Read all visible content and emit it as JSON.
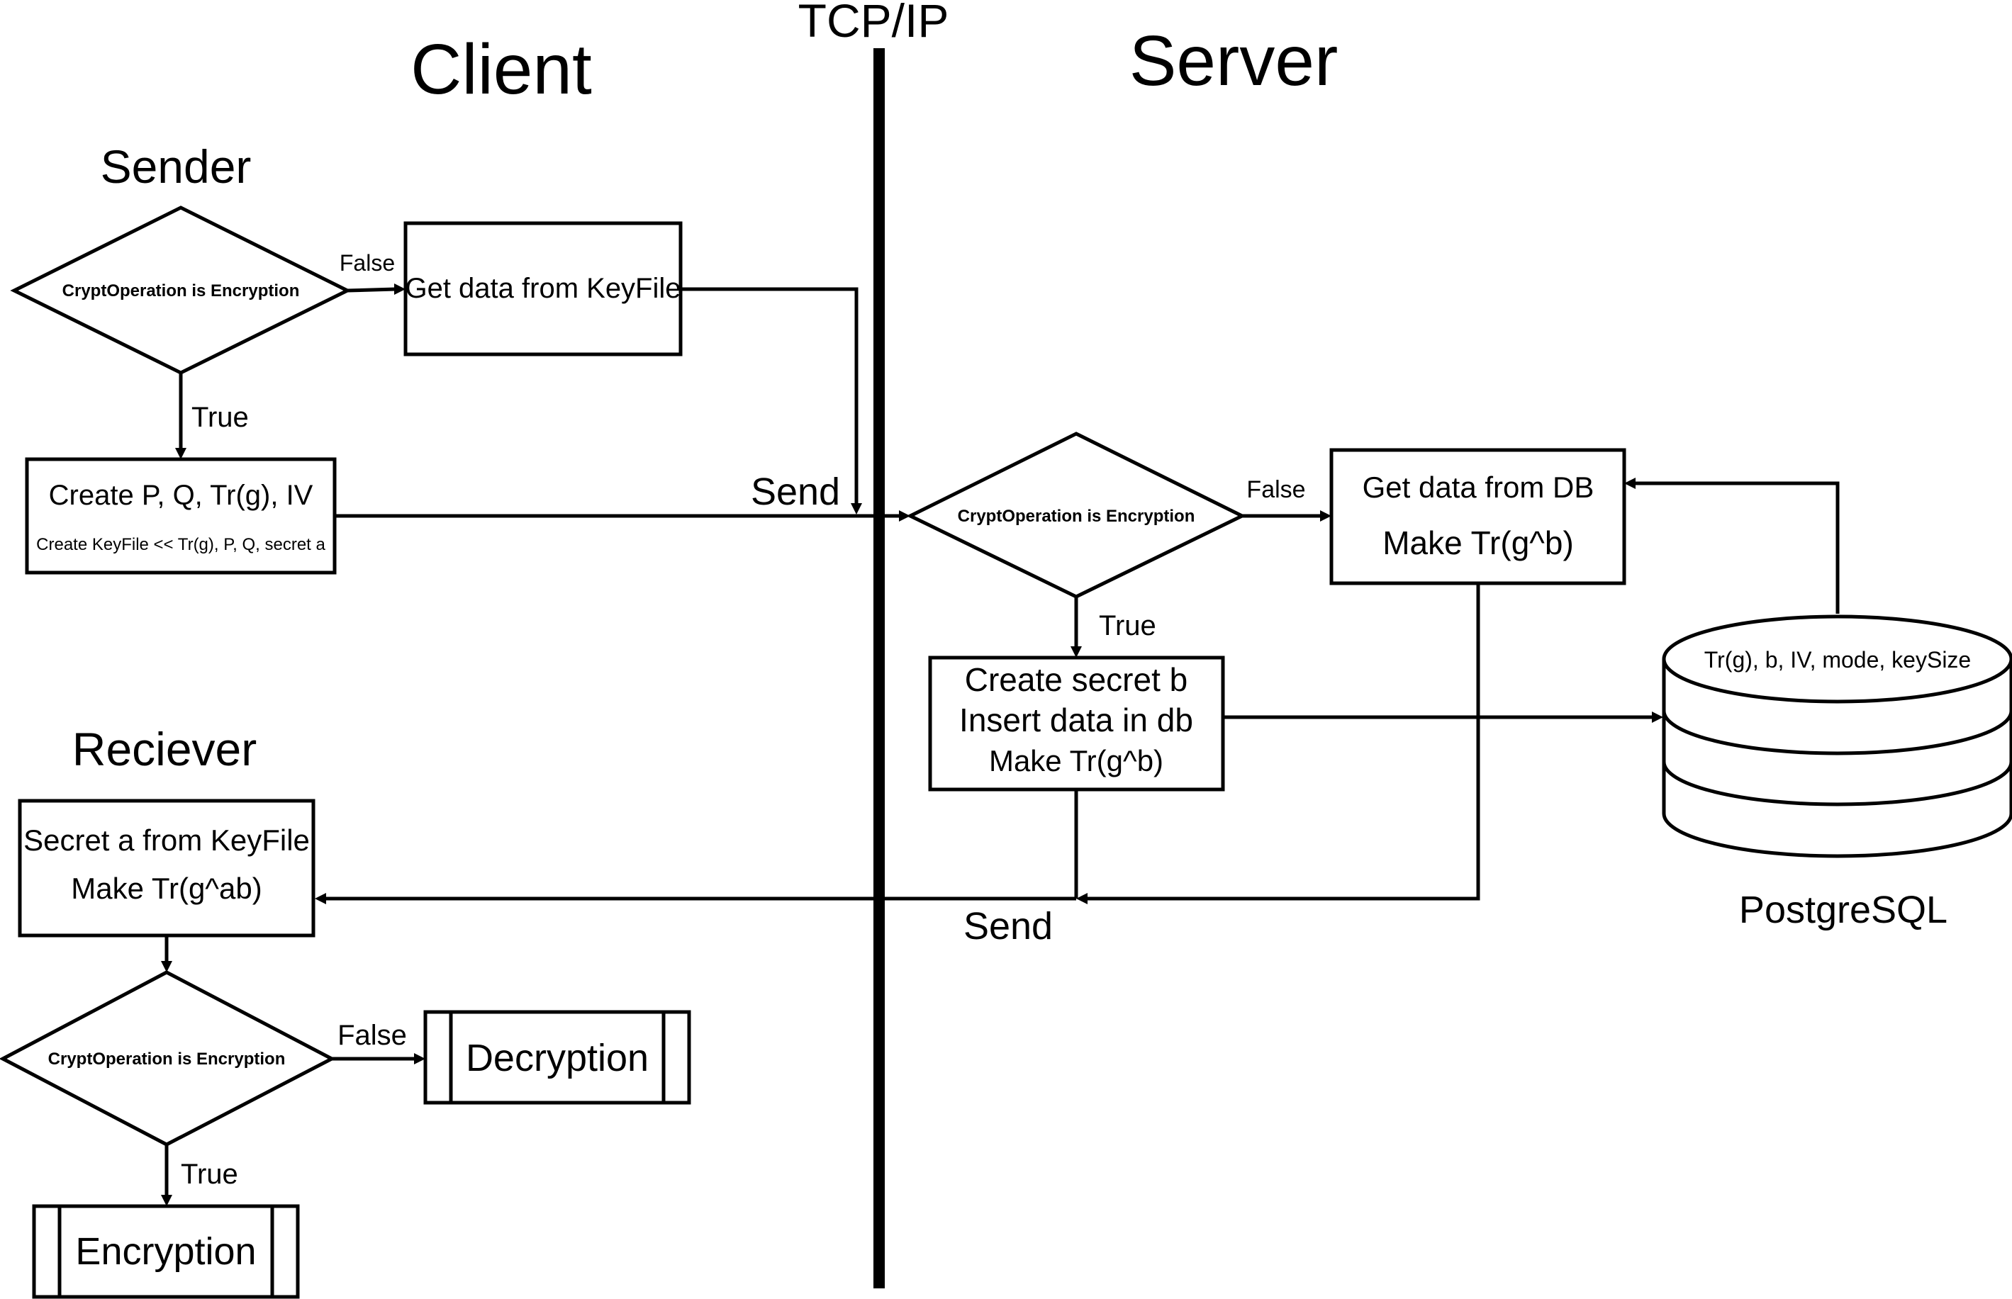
{
  "headers": {
    "client": "Client",
    "server": "Server",
    "network": "TCP/IP"
  },
  "sections": {
    "sender": "Sender",
    "receiver": "Reciever"
  },
  "sender": {
    "decision": "CryptOperation is Encryption",
    "false_label": "False",
    "true_label": "True",
    "keyfile_box": "Get data from KeyFile",
    "create_box_line1": "Create P, Q, Tr(g), IV",
    "create_box_line2": "Create KeyFile << Tr(g), P, Q, secret a",
    "send_label": "Send"
  },
  "server": {
    "decision": "CryptOperation is Encryption",
    "false_label": "False",
    "true_label": "True",
    "db_box_line1": "Get data from DB",
    "db_box_line2": "Make Tr(g^b)",
    "create_box_line1": "Create secret b",
    "create_box_line2": "Insert data in db",
    "create_box_line3": "Make Tr(g^b)",
    "send_label": "Send"
  },
  "database": {
    "fields": "Tr(g), b, IV, mode, keySize",
    "name": "PostgreSQL"
  },
  "receiver": {
    "box_line1": "Secret a from KeyFile",
    "box_line2": "Make Tr(g^ab)",
    "decision": "CryptOperation is Encryption",
    "false_label": "False",
    "true_label": "True",
    "decryption": "Decryption",
    "encryption": "Encryption"
  }
}
